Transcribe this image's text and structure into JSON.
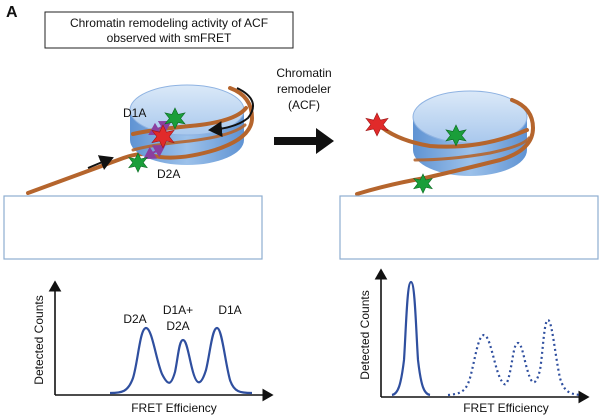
{
  "panel_label": "A",
  "title": {
    "line1": "Chromatin remodeling activity of ACF",
    "line2": "observed with smFRET"
  },
  "arrow_label": {
    "line1": "Chromatin",
    "line2": "remodeler",
    "line3": "(ACF)"
  },
  "left_labels": {
    "d1a": "D1A",
    "d2a": "D2A"
  },
  "left_plot": {
    "ylabel": "Detected Counts",
    "xlabel": "FRET Efficiency",
    "peak1": "D2A",
    "peak2_line1": "D1A+",
    "peak2_line2": "D2A",
    "peak3": "D1A"
  },
  "right_plot": {
    "ylabel": "Detected Counts",
    "xlabel": "FRET Efficiency"
  },
  "colors": {
    "dna": "#b5652d",
    "nucleosome_light": "#bcd6f2",
    "nucleosome_dark": "#6f9fd8",
    "donor": "#1a9e3a",
    "acceptor": "#e12a2a",
    "trace": "#2f4f9f",
    "arrow_purple": "#8a3fa0"
  }
}
